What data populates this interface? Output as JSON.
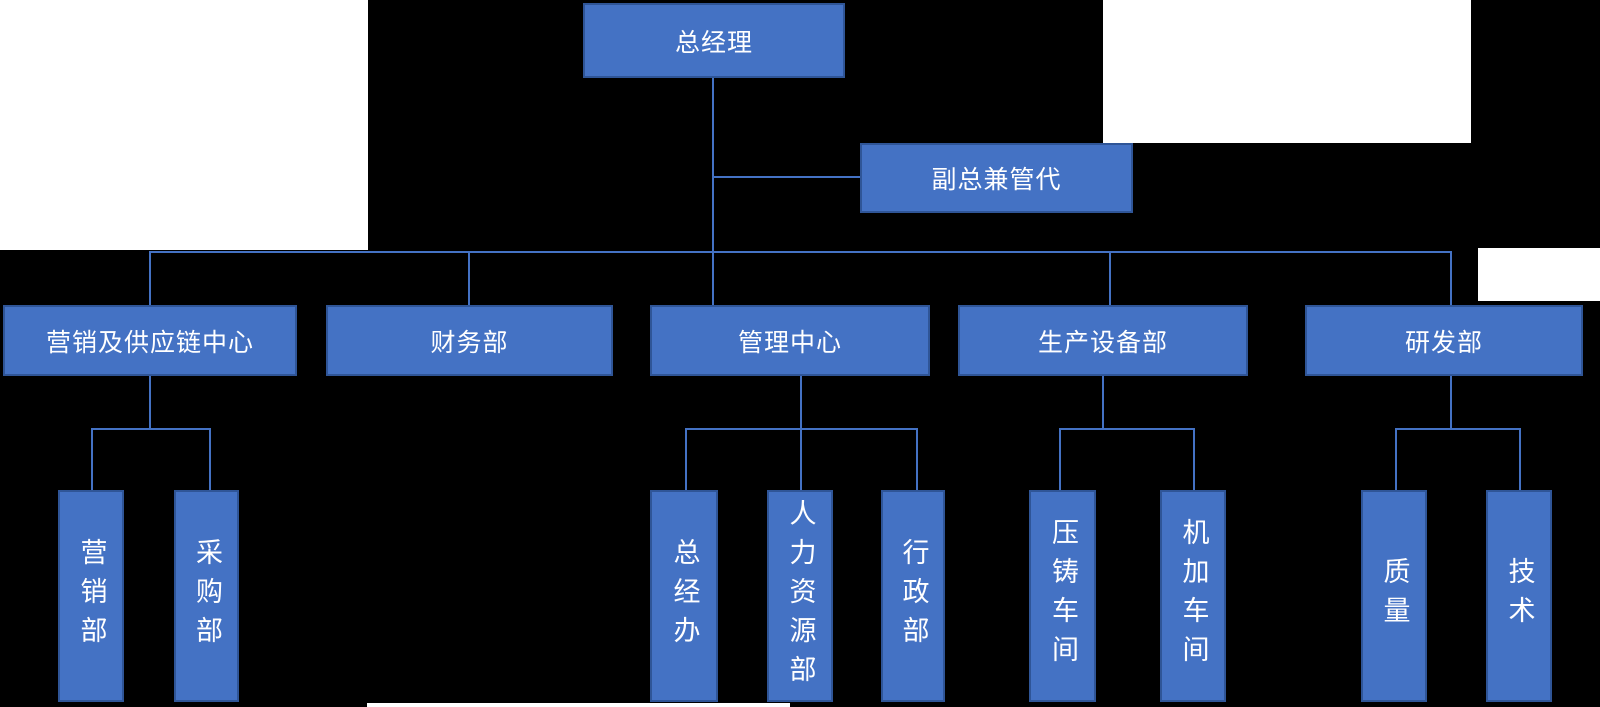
{
  "org": {
    "root": {
      "label": "总经理"
    },
    "deputy": {
      "label": "副总兼管代"
    },
    "departments": [
      {
        "label": "营销及供应链中心",
        "children": [
          "营销部",
          "采购部"
        ]
      },
      {
        "label": "财务部",
        "children": []
      },
      {
        "label": "管理中心",
        "children": [
          "总经办",
          "人力资源部",
          "行政部"
        ]
      },
      {
        "label": "生产设备部",
        "children": [
          "压铸车间",
          "机加车间"
        ]
      },
      {
        "label": "研发部",
        "children": [
          "质量",
          "技术"
        ]
      }
    ]
  },
  "colors": {
    "box_fill": "#4472C4",
    "box_border": "#2F5597",
    "connector": "#4472C4",
    "text": "#FFFFFF",
    "background": "#000000",
    "canvas_white": "#FFFFFF"
  }
}
